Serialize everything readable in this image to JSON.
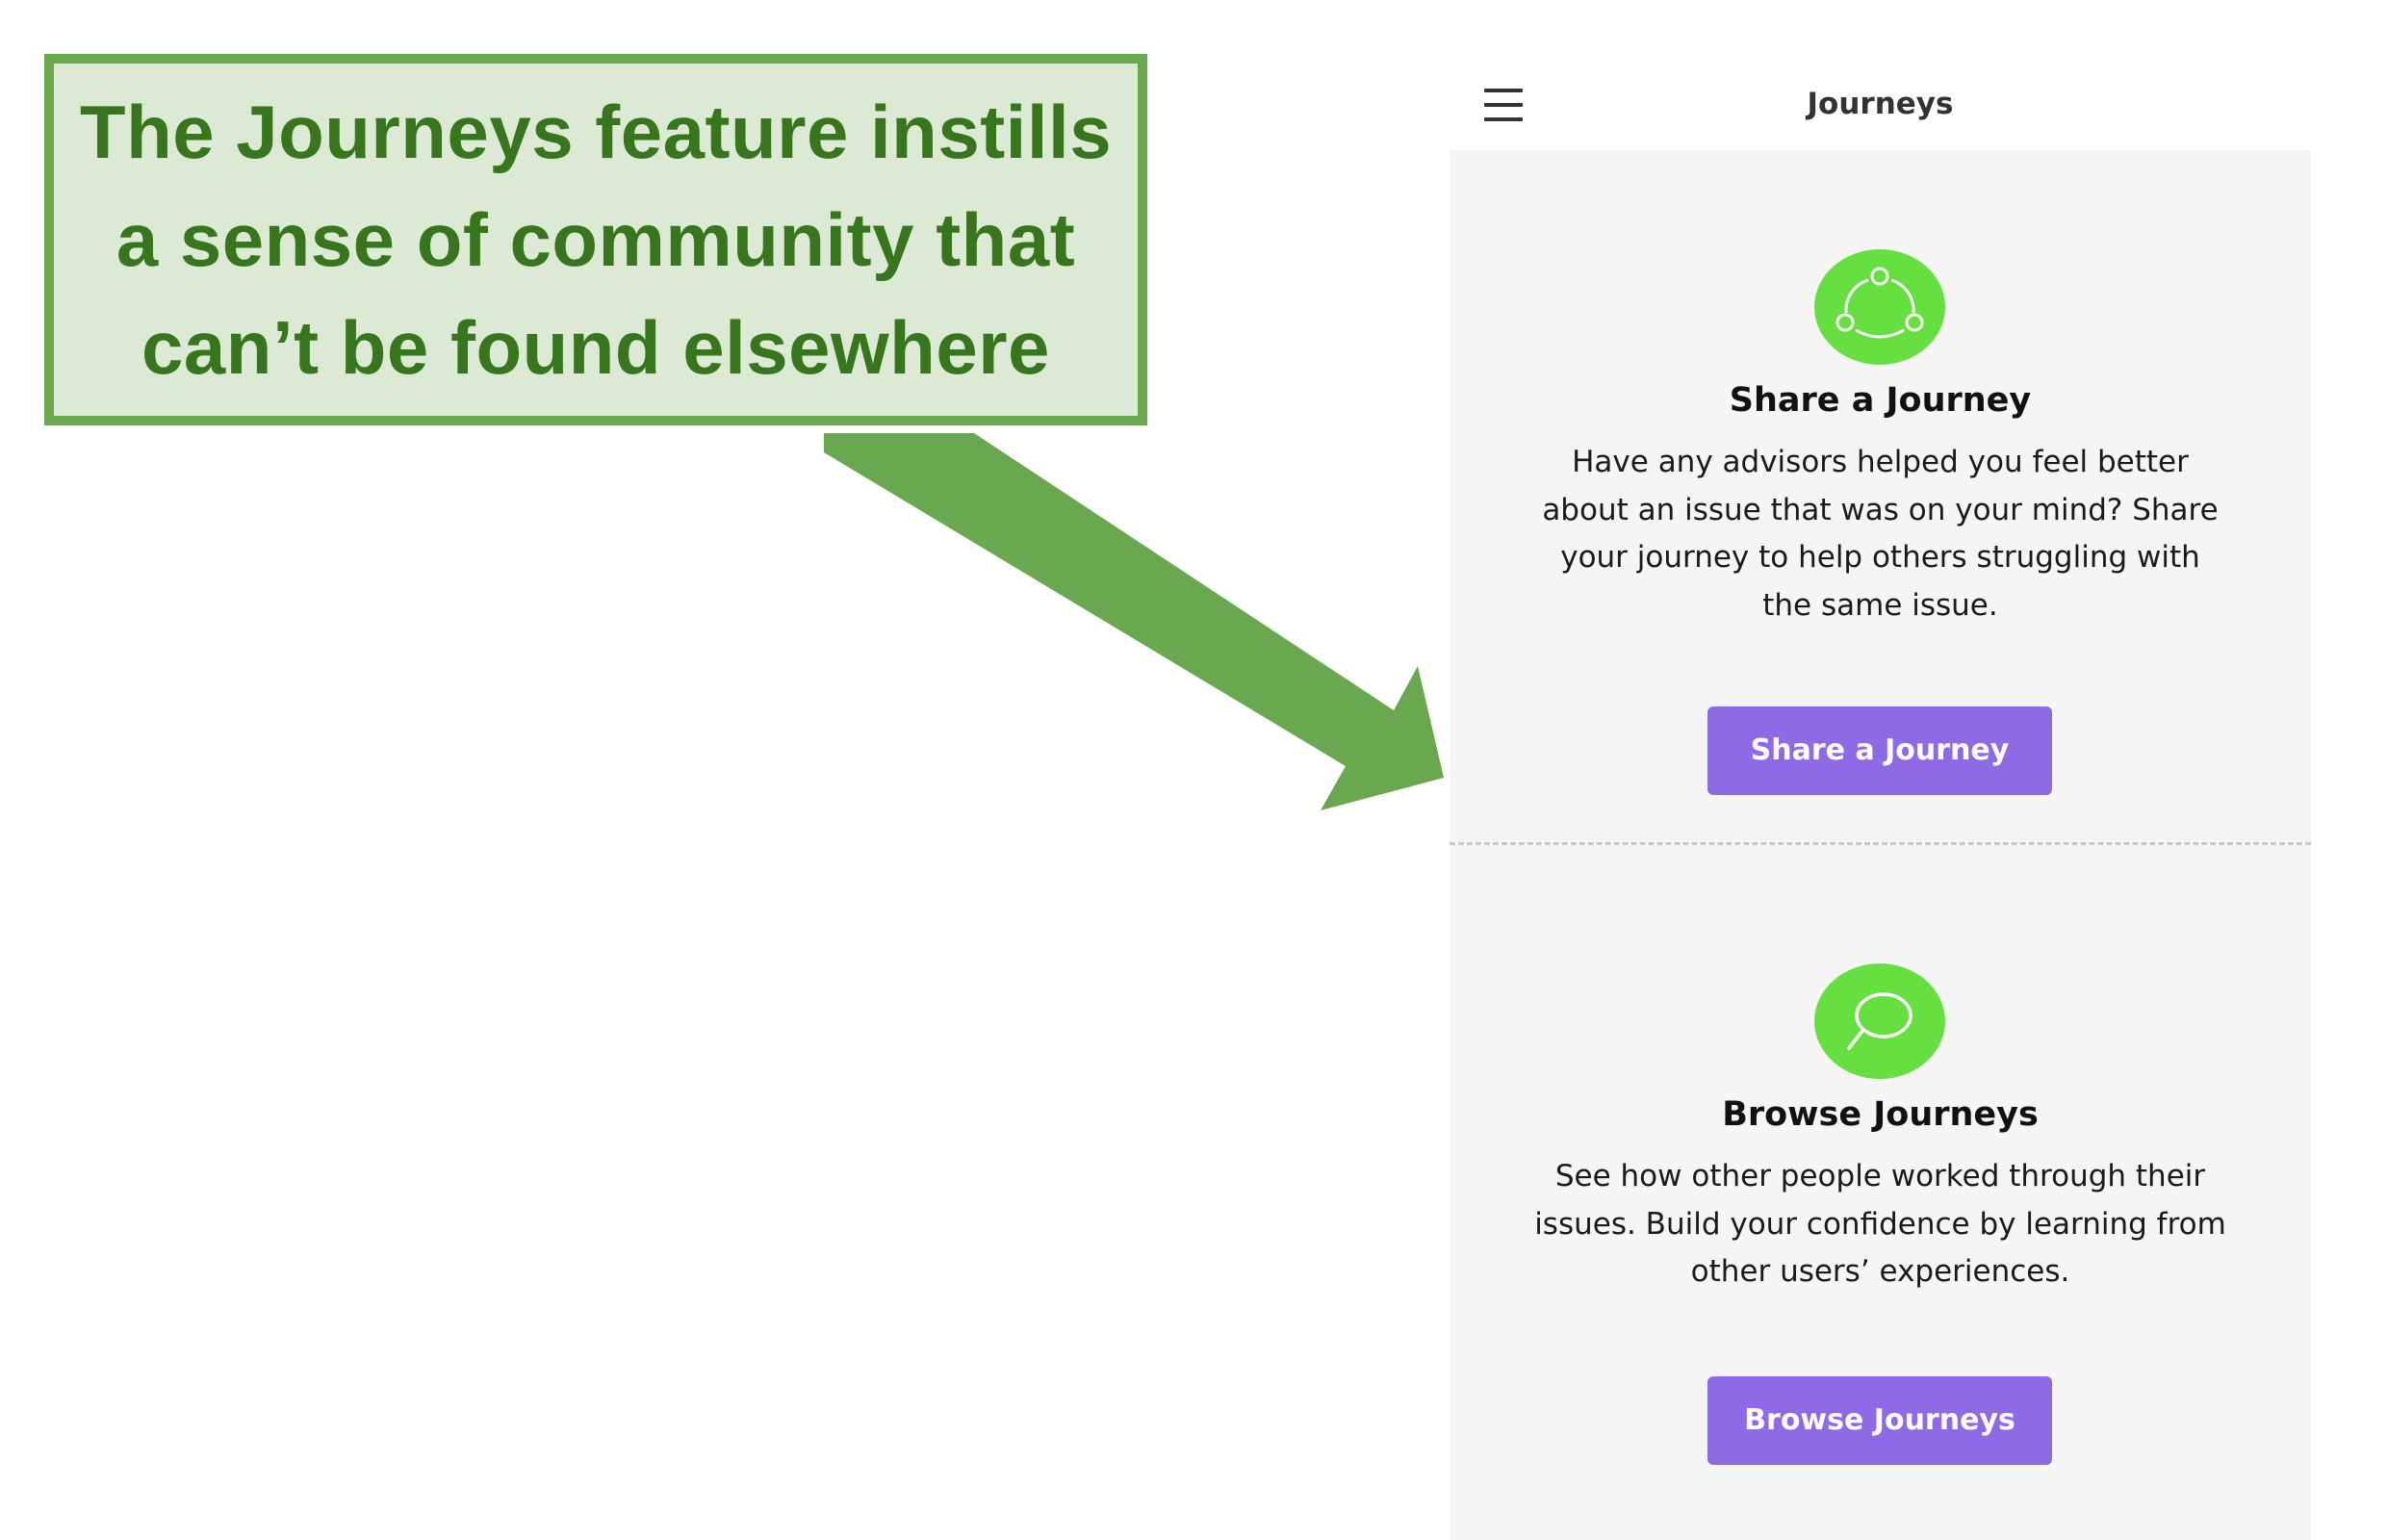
{
  "callout": {
    "text": "The Journeys feature instills a sense of community that can’t be found elsewhere"
  },
  "colors": {
    "callout_background": "#dce9d5",
    "callout_border": "#6aa84f",
    "callout_text": "#38761d",
    "arrow": "#6aa84f",
    "icon_background": "#66e040",
    "button_background": "#8f6ae6",
    "section_background": "#f5f5f5"
  },
  "app": {
    "header": {
      "title": "Journeys",
      "menu_icon": "hamburger-menu-icon"
    },
    "share": {
      "icon": "share-nodes-icon",
      "title": "Share a Journey",
      "description": "Have any advisors helped you feel better about an issue that was on your mind? Share your journey to help others struggling with the same issue.",
      "button_label": "Share a Journey"
    },
    "browse": {
      "icon": "search-icon",
      "title": "Browse Journeys",
      "description": "See how other people worked through their issues. Build your confidence by learning from other users’ experiences.",
      "button_label": "Browse Journeys"
    }
  }
}
